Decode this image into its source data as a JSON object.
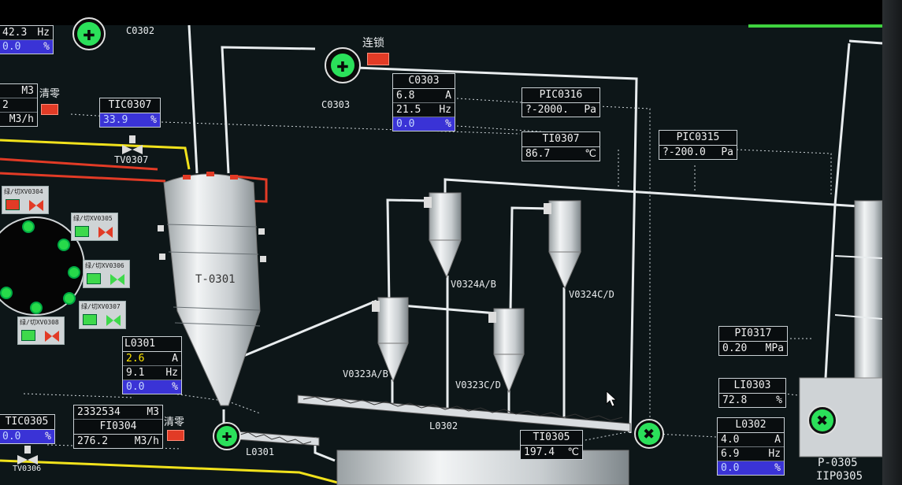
{
  "tags": {
    "top_left": {
      "val1": "42.3",
      "unit1": "Hz",
      "val2": "0.0",
      "unit2": "%"
    },
    "m3_left": {
      "unit1": "M3",
      "val2": "2",
      "unit3": "M3/h",
      "clear_label": "清零"
    },
    "tic0307": {
      "name": "TIC0307",
      "value": "33.9",
      "unit": "%"
    },
    "c0303": {
      "name": "C0303",
      "cur": "6.8",
      "cur_unit": "A",
      "freq": "21.5",
      "freq_unit": "Hz",
      "pct": "0.0",
      "pct_unit": "%"
    },
    "pic0316": {
      "name": "PIC0316",
      "value": "?-2000.",
      "unit": "Pa"
    },
    "ti0307": {
      "name": "TI0307",
      "value": "86.7",
      "unit": "℃"
    },
    "pic0315": {
      "name": "PIC0315",
      "value": "?-200.0",
      "unit": "Pa"
    },
    "pi0317": {
      "name": "PI0317",
      "value": "0.20",
      "unit": "MPa"
    },
    "li0303": {
      "name": "LI0303",
      "value": "72.8",
      "unit": "%"
    },
    "l0301": {
      "name": "L0301",
      "cur": "2.6",
      "cur_unit": "A",
      "freq": "9.1",
      "freq_unit": "Hz",
      "pct": "0.0",
      "pct_unit": "%"
    },
    "l0302": {
      "name": "L0302",
      "cur": "4.0",
      "cur_unit": "A",
      "freq": "6.9",
      "freq_unit": "Hz",
      "pct": "0.0",
      "pct_unit": "%"
    },
    "ti0305": {
      "name": "TI0305",
      "value": "197.4",
      "unit": "℃"
    },
    "fi0304": {
      "total": "2332534",
      "total_unit": "M3",
      "name": "FI0304",
      "value": "276.2",
      "unit": "M3/h",
      "clear_label": "清零"
    },
    "tic0305": {
      "name": "TIC0305",
      "value": "0.0",
      "unit": "%"
    }
  },
  "labels": {
    "c0302": "C0302",
    "interlock": "连锁",
    "c0303": "C0303",
    "tv0307": "TV0307",
    "t0301": "T-0301",
    "v0324ab": "V0324A/B",
    "v0324cd": "V0324C/D",
    "v0323ab": "V0323A/B",
    "v0323cd": "V0323C/D",
    "l0302": "L0302",
    "l0301": "L0301",
    "p0305": "P-0305",
    "iip0305": "IIP0305",
    "tv0306": "TV0306"
  },
  "valves": [
    {
      "caption": "绿/切XV0304"
    },
    {
      "caption": "绿/切XV0305"
    },
    {
      "caption": "绿/切XV0306"
    },
    {
      "caption": "绿/切XV0307"
    },
    {
      "caption": "绿/切XV0308"
    }
  ],
  "colors": {
    "line": "#e8ecee",
    "red": "#e23b26",
    "yellow": "#f1e21c",
    "green": "#2be05a",
    "blue": "#3a33d6"
  }
}
